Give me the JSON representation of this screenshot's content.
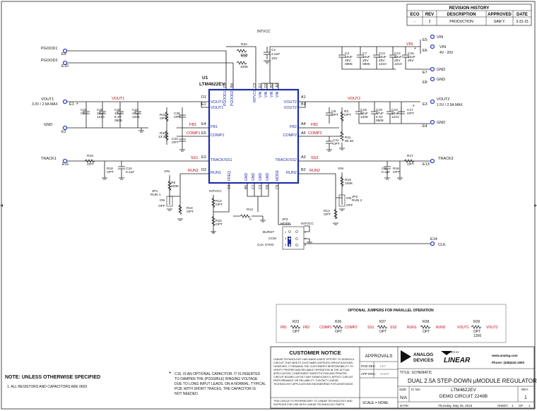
{
  "revision_history": {
    "title": "REVISION HISTORY",
    "headers": [
      "ECO",
      "REV",
      "DESCRIPTION",
      "APPROVED",
      "DATE"
    ],
    "row": [
      "-",
      "2",
      "PRODUCTION",
      "SAM Y.",
      "3-31-15"
    ]
  },
  "ic": {
    "ref": "U1",
    "part": "LTM4622EV",
    "left_pins": [
      {
        "num": "D1",
        "name": "VOUT1"
      },
      {
        "num": "E1",
        "name": "VOUT1"
      },
      {
        "num": "E4",
        "name": "FB1"
      },
      {
        "num": "E5",
        "name": "COMP1"
      },
      {
        "num": "E3",
        "name": "TRACK/SS1"
      },
      {
        "num": "D2",
        "name": "RUN1"
      }
    ],
    "right_pins": [
      {
        "num": "A1",
        "name": "VOUT2"
      },
      {
        "num": "B1",
        "name": "VOUT2"
      },
      {
        "num": "A4",
        "name": "FB2"
      },
      {
        "num": "A5",
        "name": "COMP2"
      },
      {
        "num": "A3",
        "name": "TRACK/SS2"
      },
      {
        "num": "B2",
        "name": "RUN2"
      }
    ],
    "top_pins": [
      {
        "num": "D4",
        "name": "PGOOD1"
      },
      {
        "num": "B4",
        "name": "PGOOD2"
      },
      {
        "num": "C3",
        "name": "INTVCC"
      },
      {
        "num": "E2",
        "name": "VIN"
      },
      {
        "num": "D3",
        "name": "VIN"
      },
      {
        "num": "B3",
        "name": "VIN"
      },
      {
        "num": "A2",
        "name": "VIN"
      }
    ],
    "bottom_pins": [
      {
        "num": "C4",
        "name": "FREQ"
      },
      {
        "num": "B5",
        "name": "GND"
      },
      {
        "num": "C1",
        "name": "GND"
      },
      {
        "num": "C2",
        "name": "GND"
      },
      {
        "num": "D5",
        "name": "GND"
      },
      {
        "num": "C5",
        "name": "MODE"
      }
    ]
  },
  "terminals": {
    "e9": {
      "ref": "E9",
      "label": "PGOOD1"
    },
    "e10": {
      "ref": "E10",
      "label": "PGOOD2"
    },
    "e1": {
      "ref": "E1",
      "label": "VOUT1",
      "spec": "3.3V / 2.5A MAX"
    },
    "e2": {
      "ref": "E2",
      "label": "GND"
    },
    "e11": {
      "ref": "E11",
      "label": "TRACK1"
    },
    "e5": {
      "ref": "E5",
      "label": "VIN"
    },
    "e6": {
      "ref": "E6",
      "label": "VIN",
      "spec": "4V - 20V"
    },
    "e7": {
      "ref": "E7",
      "label": "GND"
    },
    "e8": {
      "ref": "E8",
      "label": "GND"
    },
    "e3": {
      "ref": "E3",
      "label": "VOUT2",
      "spec": "1.5V / 2.5A MAX"
    },
    "e4": {
      "ref": "E4",
      "label": "GND"
    },
    "e13": {
      "ref": "E13",
      "label": "TRACK2"
    },
    "e14": {
      "ref": "E14",
      "label": "CLK"
    }
  },
  "nets": {
    "vout1": "VOUT1",
    "vout2": "VOUT2",
    "vin": "VIN",
    "intvcc": "INTVCC",
    "fb1": "FB1",
    "fb2": "FB2",
    "comp1": "COMP1",
    "comp2": "COMP2",
    "ss1": "SS1",
    "ss2": "SS2",
    "run1": "RUN1",
    "run2": "RUN2"
  },
  "parts": {
    "r24": {
      "ref": "R24",
      "val": "100K"
    },
    "r25": {
      "ref": "R25",
      "val": "100K"
    },
    "c1": {
      "ref": "C1",
      "val": "2.2uF",
      "v": "10V"
    },
    "c2": {
      "ref": "C2",
      "val": "10uF",
      "v": "25V",
      "pkg": "0805"
    },
    "c7": {
      "ref": "C7",
      "val": "10uF",
      "v": "25V",
      "pkg": "0805"
    },
    "c13": {
      "ref": "C13",
      "val": "22uF",
      "v": "25V",
      "pkg": "1210"
    },
    "c14": {
      "ref": "C14",
      "val": "22uF",
      "v": "25V",
      "pkg": "1210"
    },
    "c16": {
      "ref": "C16",
      "val": "22uF",
      "v": "25V"
    },
    "c15": {
      "ref": "C15",
      "val": "OPT"
    },
    "c26": {
      "ref": "C26",
      "val": "22uF",
      "pkg": "1210"
    },
    "c29": {
      "ref": "C29",
      "val": "47uF",
      "v": "6.3V",
      "pkg": "0805"
    },
    "c23": {
      "ref": "C23",
      "val": "47uF",
      "pkg": "1206"
    },
    "r21": {
      "ref": "R21",
      "val": "OPT"
    },
    "c28": {
      "ref": "C28",
      "val": "OPT"
    },
    "r20": {
      "ref": "R20",
      "val": "13.3K"
    },
    "c22": {
      "ref": "C22",
      "val": "OPT"
    },
    "r19": {
      "ref": "R19",
      "val": "OPT"
    },
    "r18": {
      "ref": "R18",
      "val": "OPT"
    },
    "c24": {
      "ref": "C24",
      "val": "0.1uF"
    },
    "r8": {
      "ref": "R8",
      "val": "100K"
    },
    "jp1": {
      "ref": "JP1",
      "label": "RUN 1",
      "on": "ON",
      "off": "OFF"
    },
    "r10": {
      "ref": "R10",
      "val": "OPT"
    },
    "r12": {
      "ref": "R12",
      "val": "OPT"
    },
    "r22": {
      "ref": "R22",
      "val": "OPT"
    },
    "r13": {
      "ref": "R13",
      "val": "0"
    },
    "c8": {
      "ref": "C8",
      "val": "OPT"
    },
    "r2": {
      "ref": "R2",
      "val": "OPT"
    },
    "c18": {
      "ref": "C18",
      "val": "22uF",
      "pkg": "1206"
    },
    "c19": {
      "ref": "C19",
      "val": "47uF",
      "v": "6.3V",
      "pkg": "0805"
    },
    "c10": {
      "ref": "C10",
      "val": "22uF",
      "pkg": "1210"
    },
    "c17": {
      "ref": "C17",
      "val": "OPT"
    },
    "r11": {
      "ref": "R11",
      "val": "60.4K"
    },
    "c11": {
      "ref": "C11",
      "val": "OPT"
    },
    "r17": {
      "ref": "R17",
      "val": "OPT"
    },
    "r16": {
      "ref": "R16",
      "val": "OPT"
    },
    "c21": {
      "ref": "C21",
      "val": "0.1uF"
    },
    "r15": {
      "ref": "R15",
      "val": "100K"
    },
    "jp2": {
      "ref": "JP2",
      "label": "RUN 2",
      "on": "ON",
      "off": "OFF"
    },
    "r14": {
      "ref": "R14",
      "val": "OPT"
    },
    "jp3": {
      "ref": "JP3",
      "label": "MODE",
      "opts": [
        "BURST",
        "CCM",
        "CLK SYNC"
      ],
      "pins": [
        "1",
        "2",
        "3",
        "4",
        "5",
        "6"
      ]
    }
  },
  "optional_jumpers": {
    "title": "OPTIONAL JUMPERS FOR PARALLEL OPERATION",
    "items": [
      {
        "left": "FB1",
        "ref": "R23",
        "val": "OPT",
        "right": "FB2"
      },
      {
        "left": "COMP1",
        "ref": "R26",
        "val": "OPT",
        "right": "COMP2"
      },
      {
        "left": "SS1",
        "ref": "R27",
        "val": "OPT",
        "right": "SS2"
      },
      {
        "left": "RUN1",
        "ref": "R28",
        "val": "OPT",
        "right": "RUN2"
      },
      {
        "left": "VOUT1",
        "ref": "R29",
        "val": "OPT",
        "val2": "1206",
        "right": "VOUT2"
      }
    ]
  },
  "notes": {
    "heading": "NOTE: UNLESS OTHERWISE SPECIFIED",
    "line1": "1. ALL RESISTORS AND CAPACITORS ARE 0603",
    "star_note": [
      "C16, IS AN OPTIONAL CAPACITOR. IT IS INSERTED",
      "TO DAMPEN THE (POSSIBLE) RINGING VOLTAGE",
      "DUE TO LONG INPUT LEADS. ON A NORMAL, TYPICAL",
      "PCB, WITH SHORT TRACES, THE CAPACITOR IS",
      "NOT NEEDED."
    ]
  },
  "title_block": {
    "customer_notice": "CUSTOMER NOTICE",
    "notice_lines": [
      "LINEAR TECHNOLOGY HAS MADE A BEST EFFORT TO DESIGN A",
      "CIRCUIT THAT MEETS CUSTOMER-SUPPLIED SPECIFICATIONS;",
      "HOWEVER, IT REMAINS THE CUSTOMER'S RESPONSIBILITY TO",
      "VERIFY PROPER AND RELIABLE OPERATION IN THE ACTUAL",
      "APPLICATION. COMPONENT SUBSTITUTION AND PRINTED",
      "CIRCUIT BOARD LAYOUT MAY SIGNIFICANTLY AFFECT CIRCUIT",
      "PERFORMANCE OR RELIABILITY. CONTACT LINEAR",
      "TECHNOLOGY APPLICATIONS ENGINEERING FOR ASSISTANCE."
    ],
    "proprietary": [
      "THIS CIRCUIT IS PROPRIETARY TO LINEAR TECHNOLOGY AND",
      "SUPPLIED FOR USE WITH LINEAR TECHNOLOGY PARTS."
    ],
    "approvals": "APPROVALS",
    "pcb_des": "PCB DES.",
    "pcb_des_val": "LET",
    "app_eng": "APP ENG.",
    "app_eng_val": "SAMY",
    "scale": "SCALE = NONE",
    "analog_devices": [
      "ANALOG",
      "DEVICES"
    ],
    "power_by": "POWER BY",
    "linear": "LINEAR",
    "website": "www.analog.com",
    "phone": "Phone: (408)432-1900",
    "title_label": "TITLE: SCHEMATIC",
    "title": "DUAL 2.5A STEP-DOWN µMODULE REGULATOR",
    "size_label": "SIZE",
    "size": "N/A",
    "icno_label": "IC NO.",
    "icno": [
      "LTM4622EV",
      "DEMO CIRCUIT 2249B"
    ],
    "rev_label": "REV.",
    "rev": "1",
    "date_label": "DATE:",
    "date": "Thursday, May 26, 2016",
    "sheet": "SHEET",
    "sheet_no": "1",
    "of": "OF",
    "of_no": "1"
  },
  "colors": {
    "ic_outline": "#1f2fa8",
    "net_red": "#c0001a",
    "pin_blue": "#1f2fa8",
    "terminal": "#3340c8"
  }
}
